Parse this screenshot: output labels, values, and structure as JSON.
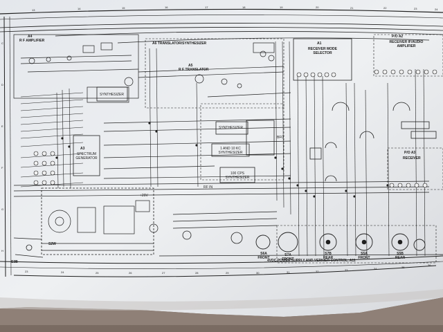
{
  "page": {
    "background_color": "#8a7c72",
    "paper_color": "#e9ebee",
    "ink_color": "#1e1e1e"
  },
  "schematic": {
    "modules": {
      "a4": {
        "id": "A4",
        "name": "R F AMPLIFIER"
      },
      "a5": {
        "id": "A5",
        "name": "R F TRANSLATOR"
      },
      "a6": {
        "id": "A6",
        "name": "A6 TRANSLATOR/SYNTHESIZER"
      },
      "a1": {
        "id": "A1",
        "name": "RECEIVER MODE SELECTOR"
      },
      "a2": {
        "id": "P/O A2",
        "name": "RECEIVER IF/AUDIO AMPLIFIER"
      },
      "a3": {
        "id": "P/O A3",
        "name": "RECEIVER"
      },
      "synth1": {
        "name": "SYNTHESIZER"
      },
      "synth2": {
        "name": "SYNTHESIZER"
      },
      "synth3": {
        "name": "1 AND 10 KC SYNTHESIZER"
      },
      "synth4": {
        "name": "100 CPS SYNTHESIZER"
      },
      "spectrum": {
        "id": "A3",
        "name": "SPECTRUM GENERATOR"
      }
    },
    "switches": {
      "s6a": {
        "label": "S6A FRONT"
      },
      "s7a": {
        "label": "S7A FRONT"
      },
      "s7b": {
        "label": "S7B REAR"
      },
      "s5a": {
        "label": "S5A FRONT"
      },
      "s5b": {
        "label": "S5B REAR"
      },
      "s2w": {
        "label": "S2W"
      },
      "s3b": {
        "label": "S3B"
      }
    },
    "power_supply_label": "4VDC POWER SUPPLY AND VERNIER CONTROL, A11",
    "signals": {
      "bfo": "BFO",
      "rf_in": "RF IN",
      "plus20v": "+20V"
    },
    "grid_top": [
      "13",
      "14",
      "15",
      "16",
      "17",
      "18",
      "19",
      "20",
      "21",
      "22",
      "23",
      "24"
    ],
    "grid_bottom": [
      "23",
      "24",
      "25",
      "26",
      "27",
      "28",
      "29",
      "30",
      "31",
      "32",
      "33",
      "34",
      "35",
      "36"
    ],
    "grid_left": [
      "C",
      "D",
      "E",
      "F",
      "G",
      "H"
    ]
  }
}
